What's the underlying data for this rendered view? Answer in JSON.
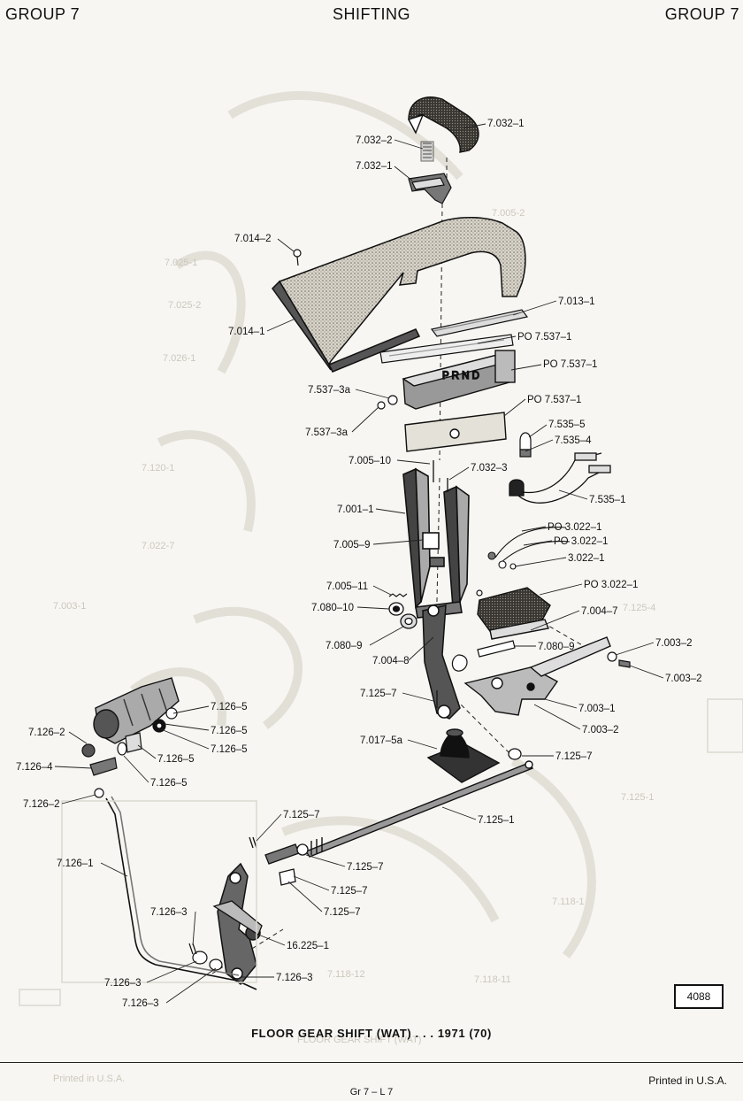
{
  "header": {
    "left": "GROUP 7",
    "center": "SHIFTING",
    "right": "GROUP 7"
  },
  "labels": [
    "7.032–1",
    "7.032–2",
    "7.032–1",
    "7.014–2",
    "7.014–1",
    "7.013–1",
    "PO 7.537–1",
    "PO 7.537–1",
    "PO 7.537–1",
    "7.537–3a",
    "7.537–3a",
    "7.535–5",
    "7.535–4",
    "7.535–1",
    "7.005–10",
    "7.032–3",
    "7.001–1",
    "7.005–9",
    "PO 3.022–1",
    "PO 3.022–1",
    "3.022–1",
    "7.005–11",
    "7.080–10",
    "7.080–9",
    "7.004–8",
    "PO 3.022–1",
    "7.004–7",
    "7.080–9",
    "7.003–2",
    "7.003–2",
    "7.125–7",
    "7.003–1",
    "7.003–2",
    "7.126–5",
    "7.126–5",
    "7.126–5",
    "7.126–2",
    "7.126–5",
    "7.126–4",
    "7.126–5",
    "7.017–5a",
    "7.125–7",
    "7.126–2",
    "7.125–7",
    "7.125–1",
    "7.126–1",
    "7.125–7",
    "7.125–7",
    "7.125–7",
    "7.126–3",
    "16.225–1",
    "7.126–3",
    "7.126–3",
    "7.126–3"
  ],
  "figure_number": "4088",
  "caption": "FLOOR GEAR SHIFT (WAT) . . . 1971 (70)",
  "printed": "Printed  in U.S.A.",
  "page_ref": "Gr 7 – L 7",
  "colors": {
    "ink": "#111111",
    "paper": "#f7f6f2",
    "ghost": "#ccc8bd",
    "texture": "#8a857a"
  }
}
